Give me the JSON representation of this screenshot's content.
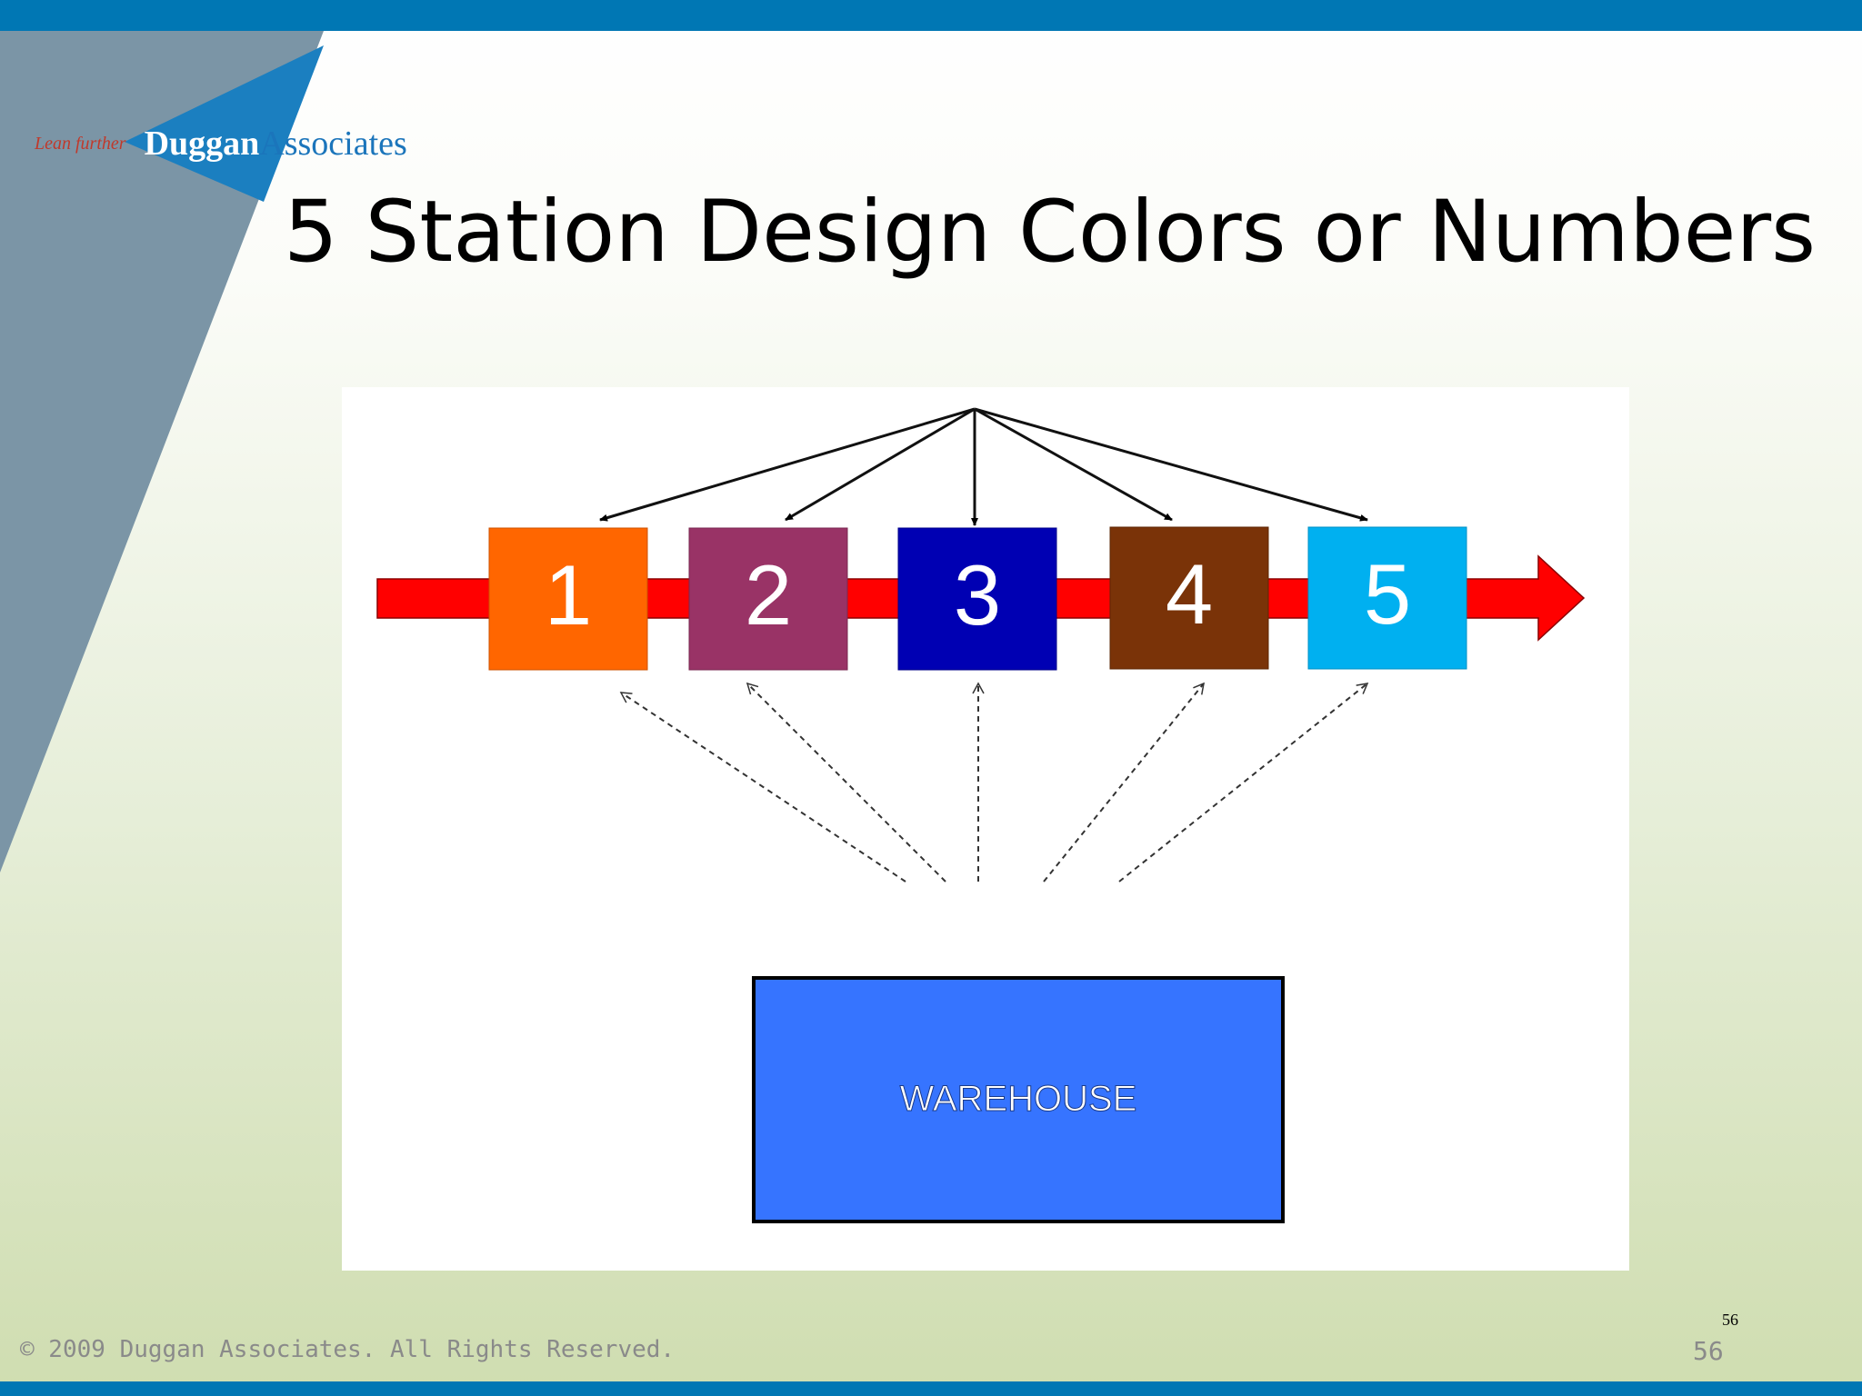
{
  "slide": {
    "title": "5 Station Design Colors or Numbers",
    "copyright": "© 2009 Duggan Associates. All Rights Reserved.",
    "page_number": "56",
    "page_number_small": "56"
  },
  "logo": {
    "tagline": "Lean further",
    "name_bold": "Duggan",
    "name_regular": "Associates"
  },
  "colors": {
    "top_bar": "#0077b4",
    "flow_arrow": "#ff0000",
    "warehouse": "#3674ff",
    "station_1": "#ff6600",
    "station_2": "#993366",
    "station_3": "#0000b3",
    "station_4": "#7a3308",
    "station_5": "#00b0f0"
  },
  "stations": [
    {
      "label": "1",
      "color": "#ff6600"
    },
    {
      "label": "2",
      "color": "#993366"
    },
    {
      "label": "3",
      "color": "#0000b3"
    },
    {
      "label": "4",
      "color": "#7a3308"
    },
    {
      "label": "5",
      "color": "#00b0f0"
    }
  ],
  "warehouse": {
    "label": "WAREHOUSE"
  }
}
